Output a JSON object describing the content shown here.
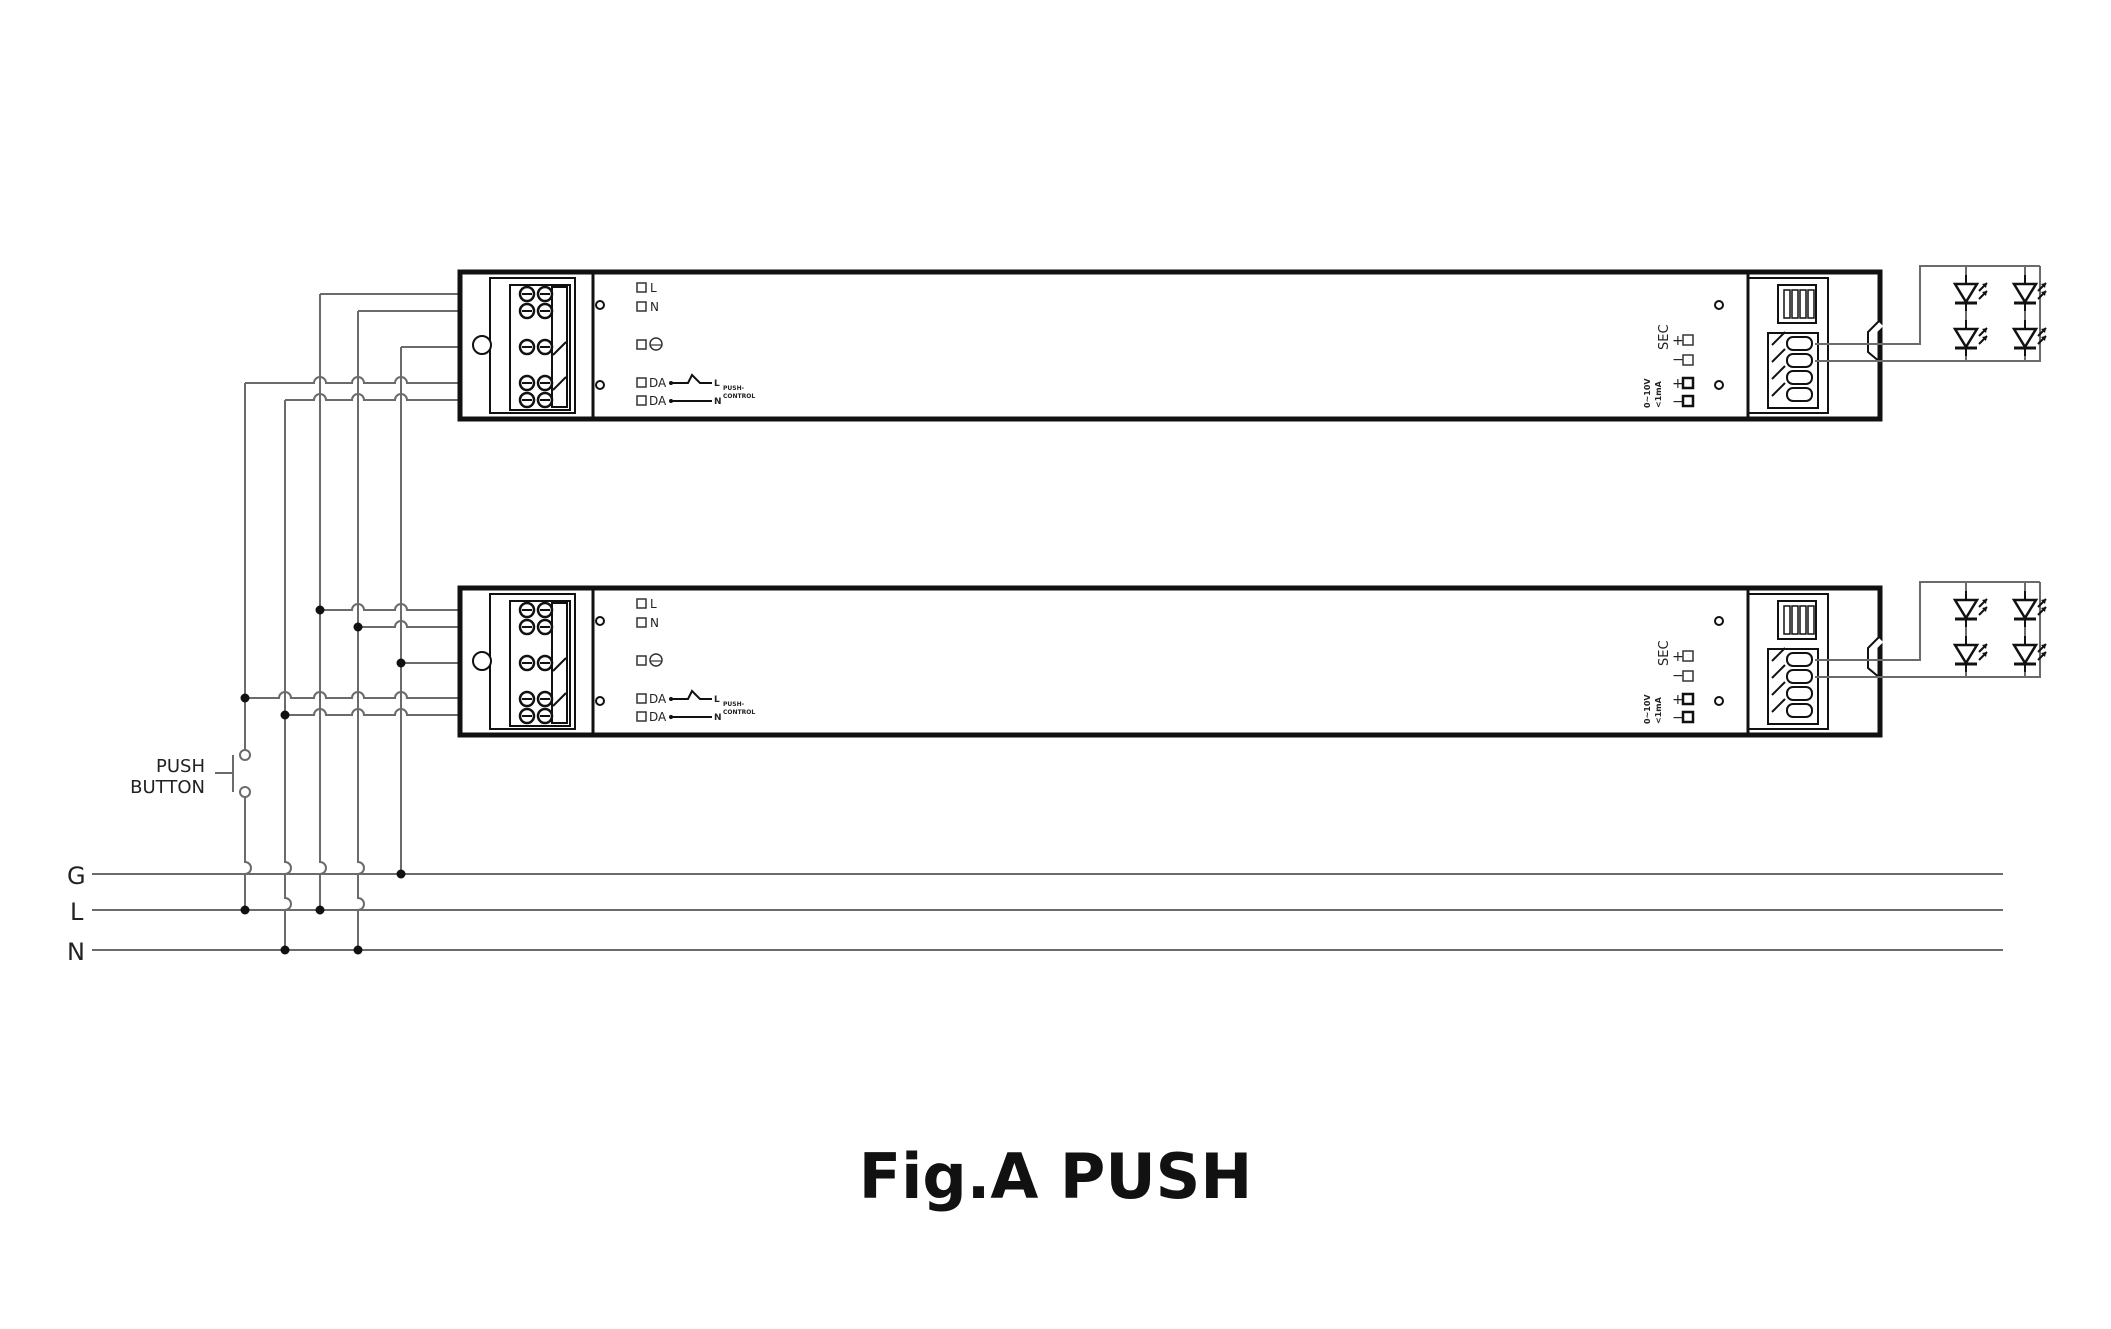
{
  "caption": "Fig.A PUSH",
  "lines": {
    "g": "G",
    "l": "L",
    "n": "N"
  },
  "push_button": {
    "line1": "PUSH",
    "line2": "BUTTON"
  },
  "driver_labels": {
    "l": "L",
    "n": "N",
    "da1": "DA",
    "da2": "DA",
    "push_l": "L",
    "push_n": "N",
    "push_control_1": "PUSH-",
    "push_control_2": "CONTROL",
    "sec": "SEC",
    "plus1": "+",
    "minus1": "−",
    "plus2": "+",
    "minus2": "−",
    "dim_1": "0~10V",
    "dim_2": "<1mA"
  }
}
